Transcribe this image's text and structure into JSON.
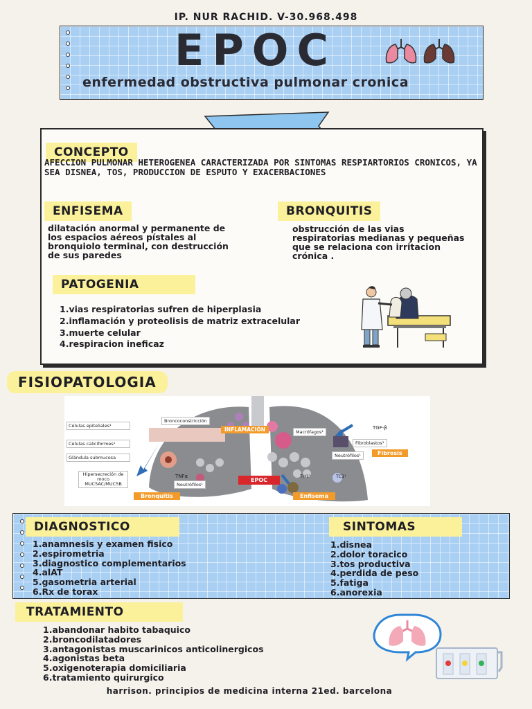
{
  "author": "IP. NUR RACHID. V-30.968.498",
  "title": "EPOC",
  "subtitle": "enfermedad obstructiva pulmonar cronica",
  "concepto": {
    "heading": "CONCEPTO",
    "text": "AFECCION PULMONAR HETEROGENEA CARACTERIZADA POR SINTOMAS RESPIARTORIOS CRONICOS, YA SEA DISNEA, TOS, PRODUCCION DE ESPUTO Y EXACERBACIONES"
  },
  "enfisema": {
    "heading": "ENFISEMA",
    "text": "dilatación anormal y permanente de los espacios aéreos pístales al bronquiolo terminal, con destrucción de sus paredes"
  },
  "bronquitis": {
    "heading": "BRONQUITIS",
    "text": "obstrucción de las vias respiratorias medianas y pequeñas que se relaciona con irritacion crónica ."
  },
  "patogenia": {
    "heading": "PATOGENIA",
    "items": [
      "vias respiratorias sufren de hiperplasia",
      "inflamación y proteolisis de matriz extracelular",
      "muerte celular",
      "respiracion ineficaz"
    ]
  },
  "fisiopatologia": {
    "heading": "FISIOPATOLOGIA",
    "diagram": {
      "labels_left": [
        "Células epiteliales¹",
        "Células caliciformes¹",
        "Glándula submucosa"
      ],
      "broncoconstriccion": "Broncoconstricción",
      "hipersecrecion": "Hipersecreción de moco MUC5AC/MUC5B",
      "inflamacion": "INFLAMACIÓN",
      "macrofagos": "Macrófagos¹",
      "tgf": "TGF-β",
      "fibroblastos": "Fibroblastos¹",
      "fibrosis": "Fibrosis",
      "neutrofilos_right": "Neutrófilos¹",
      "tnf": "TNFα",
      "neutrofilos_left": "Neutrófilos¹",
      "epoc": "EPOC",
      "th1": "TH1¹",
      "tc1": "TC1¹",
      "bronquitis": "Bronquitis",
      "enfisema": "Enfisema"
    }
  },
  "diagnostico": {
    "heading": "DIAGNOSTICO",
    "items": [
      "anamnesis y examen fisico",
      "espirometria",
      "diagnostico complementarios",
      "alAT",
      "gasometria arterial",
      "Rx de torax"
    ]
  },
  "sintomas": {
    "heading": "SINTOMAS",
    "items": [
      "disnea",
      "dolor toracico",
      "tos productiva",
      "perdida de peso",
      "fatiga",
      "anorexia"
    ]
  },
  "tratamiento": {
    "heading": "TRATAMIENTO",
    "items": [
      "abandonar habito tabaquico",
      "broncodilatadores",
      "antagonistas muscarinicos anticolinergicos",
      "agonistas beta",
      "oxigenoterapia domiciliaria",
      "tratamiento quirurgico"
    ]
  },
  "reference": "harrison. principios de medicina interna 21ed. barcelona",
  "colors": {
    "highlight": "#fbf19a",
    "grid_blue": "#a9cff3",
    "orange": "#f29b2b",
    "red_label": "#d8262b",
    "arrow_blue": "#2f6db5",
    "lung_pink": "#e7a9b6"
  }
}
